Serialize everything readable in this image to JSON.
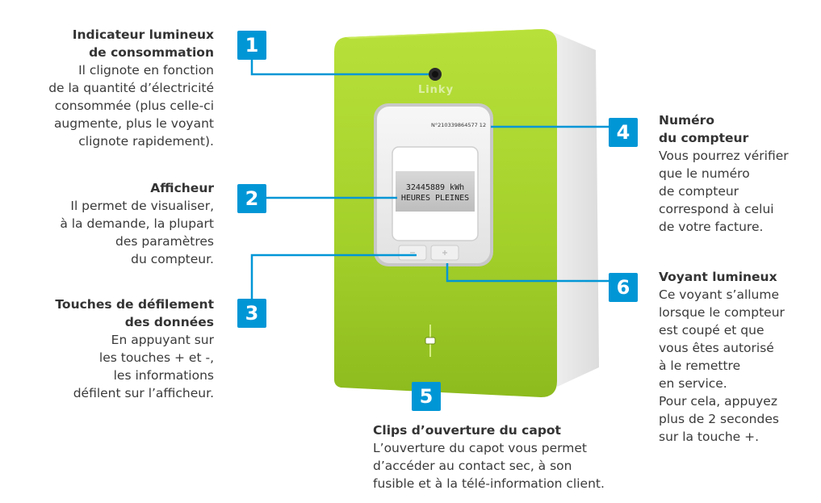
{
  "meter": {
    "brand": "Linky",
    "serial": "N°210339864577 12",
    "display_line1": "32445889 kWh",
    "display_line2": "HEURES PLEINES"
  },
  "callouts": [
    {
      "number": "1",
      "title_line1": "Indicateur lumineux",
      "title_line2": "de consommation",
      "description": "Il clignote en fonction\nde la quantité d’électricité\nconsommée (plus celle-ci\naugmente, plus le voyant\nclignote rapidement)."
    },
    {
      "number": "2",
      "title_line1": "Afficheur",
      "description": "Il permet de visualiser,\nà la demande, la plupart\ndes paramètres\ndu compteur."
    },
    {
      "number": "3",
      "title_line1": "Touches de défilement",
      "title_line2": "des données",
      "description": "En appuyant sur\nles touches + et -,\nles informations\ndéfilent sur l’afficheur."
    },
    {
      "number": "4",
      "title_line1": "Numéro",
      "title_line2": "du compteur",
      "description": "Vous pourrez vérifier\nque le numéro\nde compteur\ncorrespond à celui\nde votre facture."
    },
    {
      "number": "5",
      "title_line1": "Clips d’ouverture du capot",
      "description": "L’ouverture du capot vous permet\nd’accéder au contact sec, à son\nfusible et à la télé-information client."
    },
    {
      "number": "6",
      "title_line1": "Voyant lumineux",
      "description": "Ce voyant s’allume\nlorsque le compteur\nest coupé et que\nvous êtes autorisé\nà le remettre\nen service.\nPour cela, appuyez\nplus de 2 secondes\nsur la touche +."
    }
  ],
  "colors": {
    "badge": "#0096d6",
    "leader_line": "#0096d6",
    "meter_green": "#a6d22e",
    "meter_side": "#e6e6e6"
  }
}
